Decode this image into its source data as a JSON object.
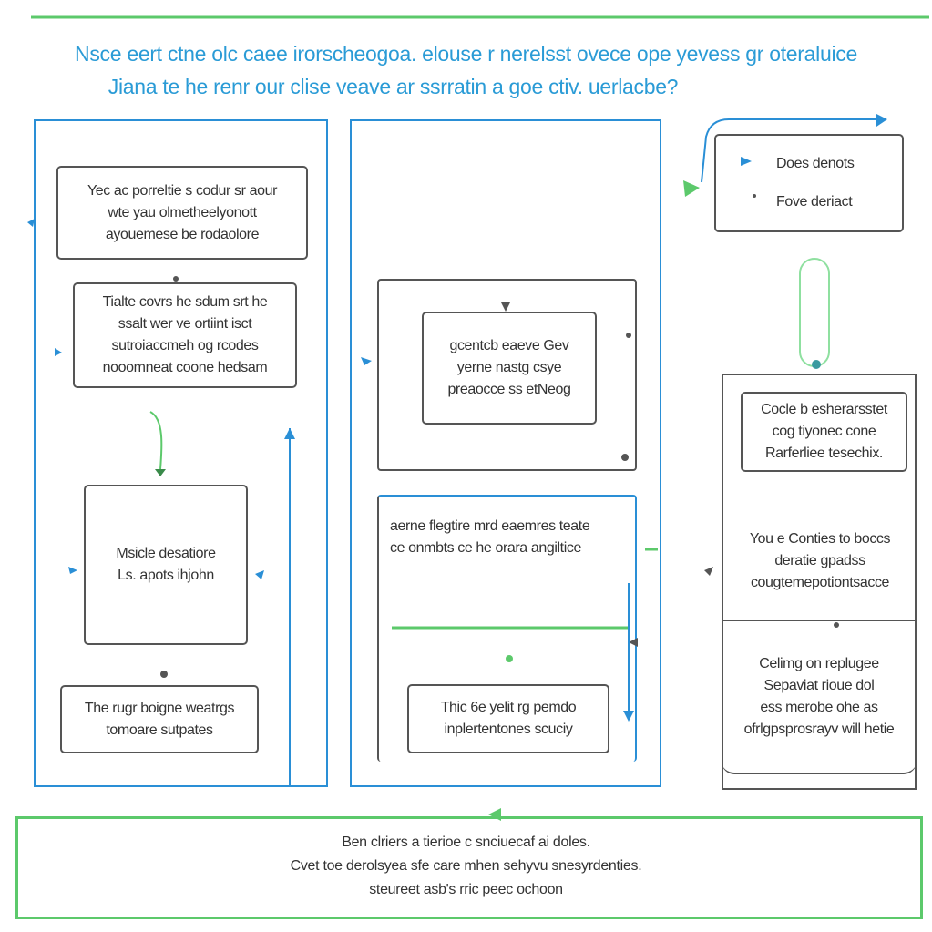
{
  "title": {
    "line1": "Nsce eert ctne olc caee irorscheogoa. elouse r nerelsst ovece ope yevess gr oteraluice",
    "line2": "Jiana te he renr our clise veave ar ssrratin a goe ctiv. uerlacbe?"
  },
  "col1": {
    "box1": [
      "Yec ac porreltie s codur sr aour",
      "wte yau olmetheelyonott",
      "ayouemese be rodaolore"
    ],
    "box2": [
      "Tialte covrs he sdum srt he",
      "ssalt wer ve ortiint isct",
      "sutroiaccmeh og rcodes",
      "nooomneat coone hedsam"
    ],
    "box3": [
      "Msicle desatiore",
      "Ls. apots ihjohn"
    ],
    "box4": [
      "The rugr boigne weatrgs",
      "tomoare sutpates"
    ]
  },
  "col2": {
    "box1": [
      "gcentcb eaeve Gev",
      "yerne nastg csye",
      "preaocce ss etNeog"
    ],
    "box2": [
      "aerne flegtire mrd eaemres teate",
      "ce onmbts ce he orara angiltice"
    ],
    "box3": [
      "Thic 6e yelit rg pemdo",
      "inplertentones scuciy"
    ]
  },
  "col3": {
    "legend": [
      "Does denots",
      "Fove deriact"
    ],
    "box1": [
      "Cocle b esherarsstet",
      "cog tiyonec cone",
      "Rarferliee tesechix."
    ],
    "box2": [
      "You e Conties to boccs",
      "deratie gpadss",
      "cougtemepotiontsacce"
    ],
    "box3": [
      "Celimg on replugee",
      "Sepaviat rioue dol",
      "ess merobe ohe as",
      "ofrlgpsprosrayv will hetie"
    ]
  },
  "footer": [
    "Ben clriers a tierioe c snciuecaf ai doles.",
    "Cvet toe derolsyea sfe care mhen sehyvu snesyrdenties.",
    "steureet asb's rric peec ochoon"
  ],
  "colors": {
    "blue": "#2a8fd6",
    "green": "#5cc96b",
    "gray": "#555555",
    "title": "#2a9bd6"
  }
}
